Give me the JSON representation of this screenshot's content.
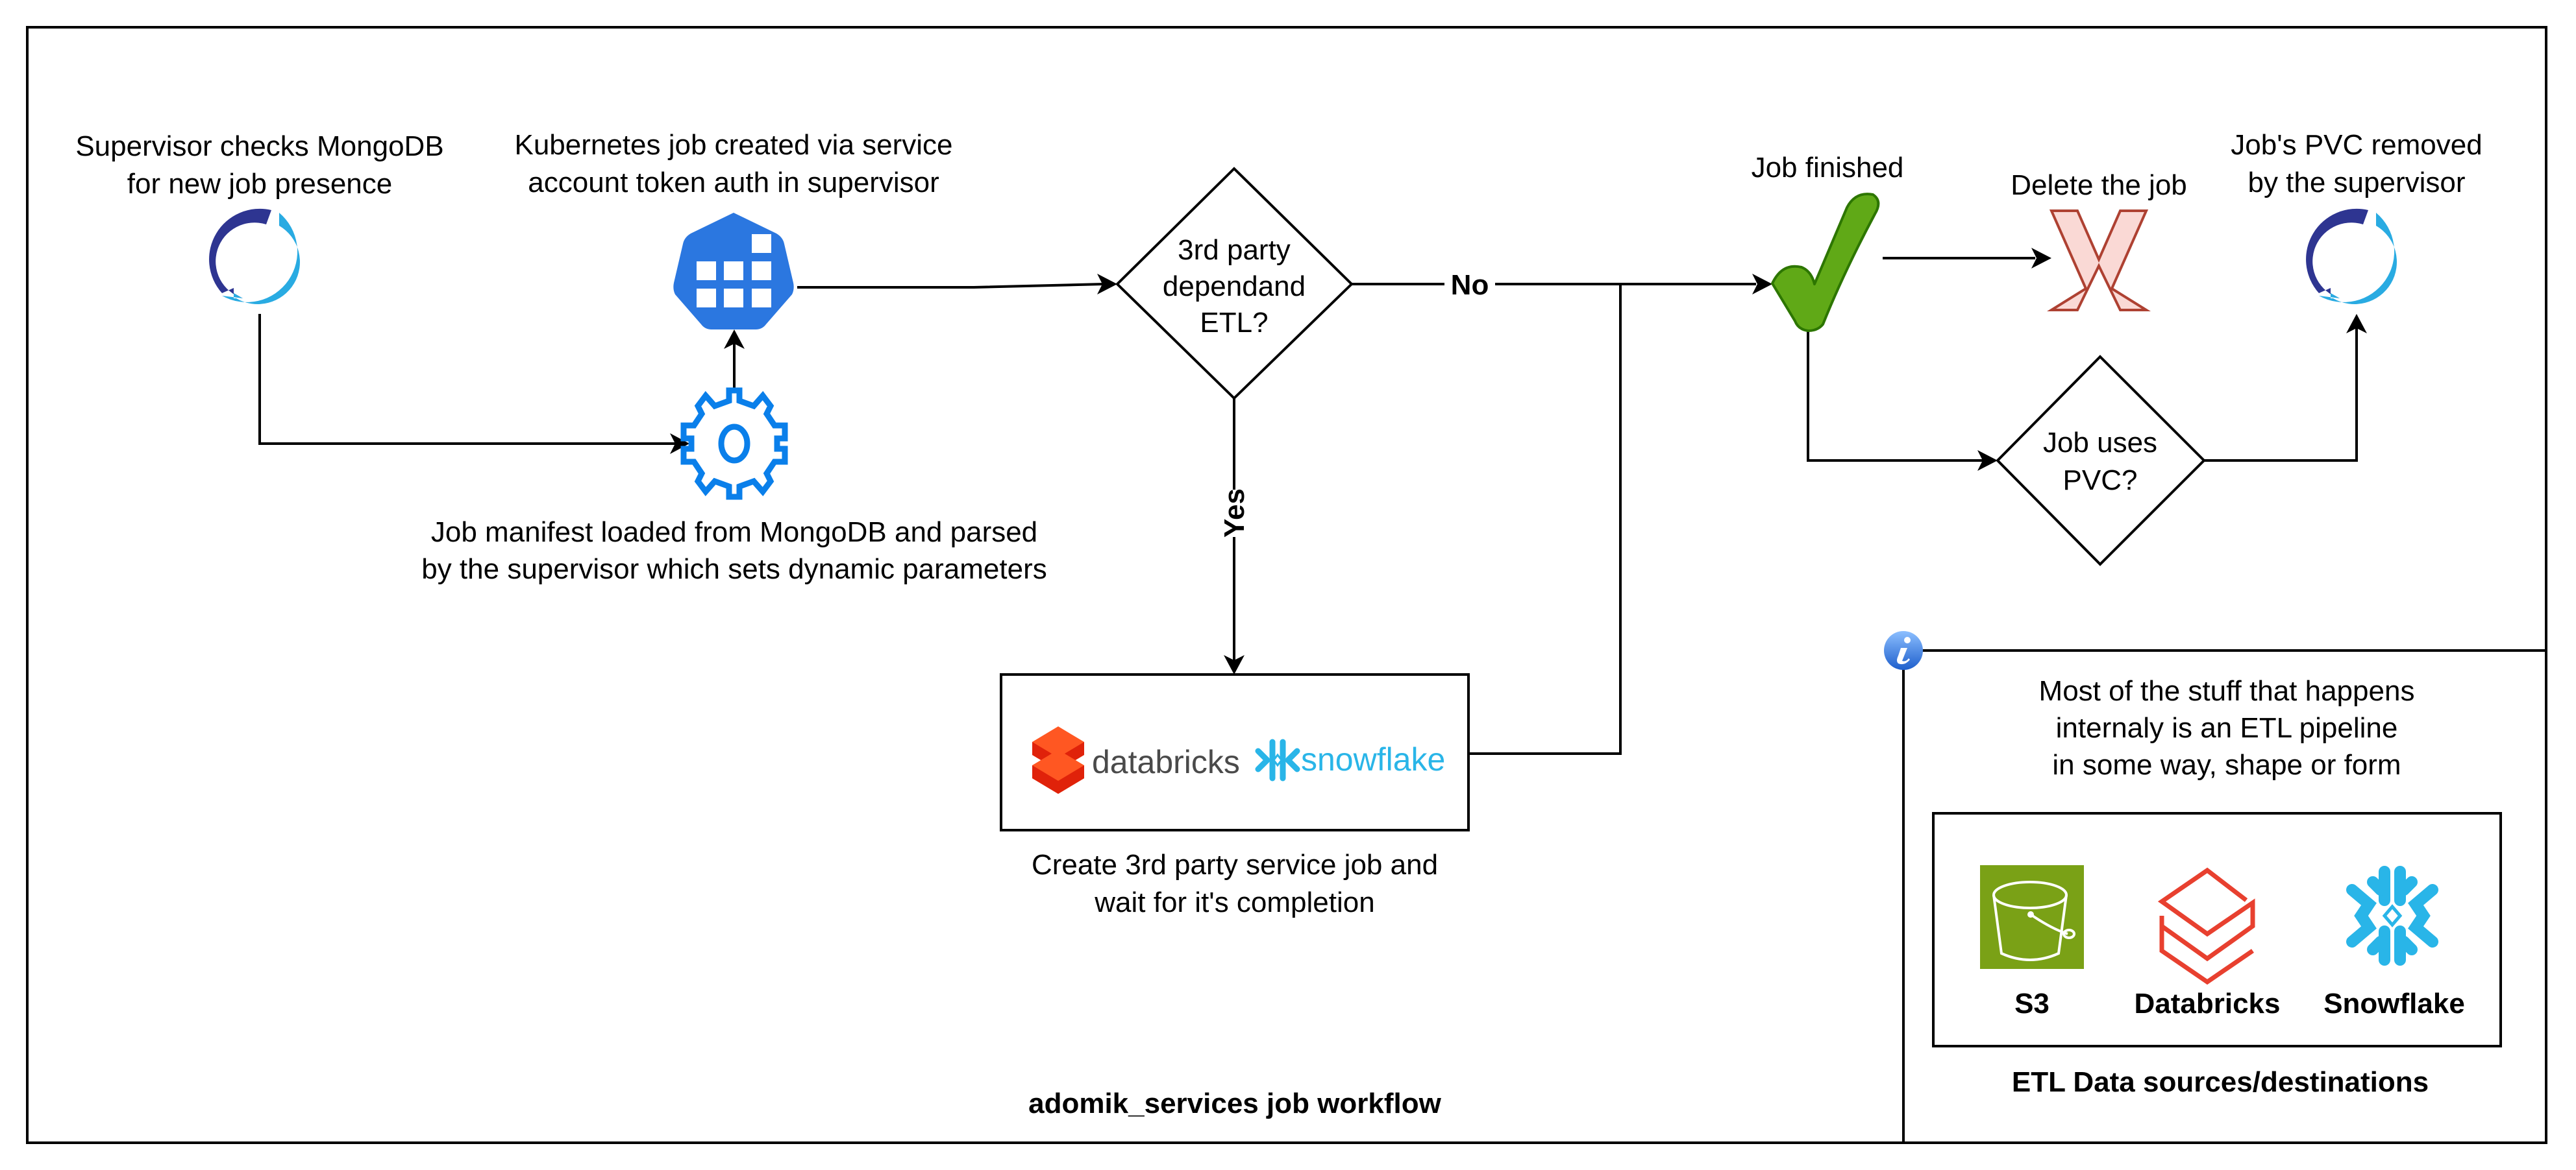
{
  "diagram": {
    "title": "adomik_services job workflow",
    "nodes": {
      "supervisor_check": {
        "label_lines": [
          "Supervisor checks MongoDB",
          "for new job presence"
        ],
        "icon": "refresh-cycle-icon"
      },
      "manifest": {
        "label_lines": [
          "Job manifest loaded from MongoDB and parsed",
          "by the supervisor which sets dynamic parameters"
        ],
        "icon": "gear-icon"
      },
      "k8s_job": {
        "label_lines": [
          "Kubernetes job created via service",
          "account token auth in supervisor"
        ],
        "icon": "kubernetes-job-icon"
      },
      "decision_3rd_party": {
        "label_lines": [
          "3rd party",
          "dependand",
          "ETL?"
        ]
      },
      "third_party_box": {
        "logos": [
          {
            "name": "databricks",
            "text": "databricks"
          },
          {
            "name": "snowflake",
            "text": "snowflake"
          }
        ],
        "caption_lines": [
          "Create 3rd party service job and",
          "wait for it's completion"
        ]
      },
      "job_finished": {
        "label": "Job finished",
        "icon": "checkmark-icon"
      },
      "delete_job": {
        "label": "Delete the job",
        "icon": "delete-x-icon"
      },
      "decision_pvc": {
        "label_lines": [
          "Job uses",
          "PVC?"
        ]
      },
      "pvc_removed": {
        "label_lines": [
          "Job's PVC removed",
          "by the supervisor"
        ],
        "icon": "refresh-cycle-icon"
      }
    },
    "edges": {
      "yes_label": "Yes",
      "no_label": "No"
    },
    "info_panel": {
      "icon": "info-icon",
      "text_lines": [
        "Most of the stuff that happens",
        "internaly is an ETL pipeline",
        "in some way, shape or form"
      ],
      "sources": [
        {
          "label": "S3",
          "icon": "s3-bucket-icon"
        },
        {
          "label": "Databricks",
          "icon": "databricks-icon"
        },
        {
          "label": "Snowflake",
          "icon": "snowflake-icon"
        }
      ],
      "caption": "ETL Data sources/destinations"
    },
    "colors": {
      "loop_dark": "#2E3591",
      "loop_light": "#29ABE2",
      "gear": "#0A7FEA",
      "kubernetes": "#2B77E0",
      "check_fill": "#60A917",
      "check_stroke": "#2D7600",
      "x_fill": "#FAD9D5",
      "x_stroke": "#AE4132",
      "databricks": "#FF3621",
      "databricks_outline": "#E8402F",
      "snowflake": "#29B5E8",
      "s3_bg": "#7AA116",
      "info": "#3F7FDF"
    }
  }
}
